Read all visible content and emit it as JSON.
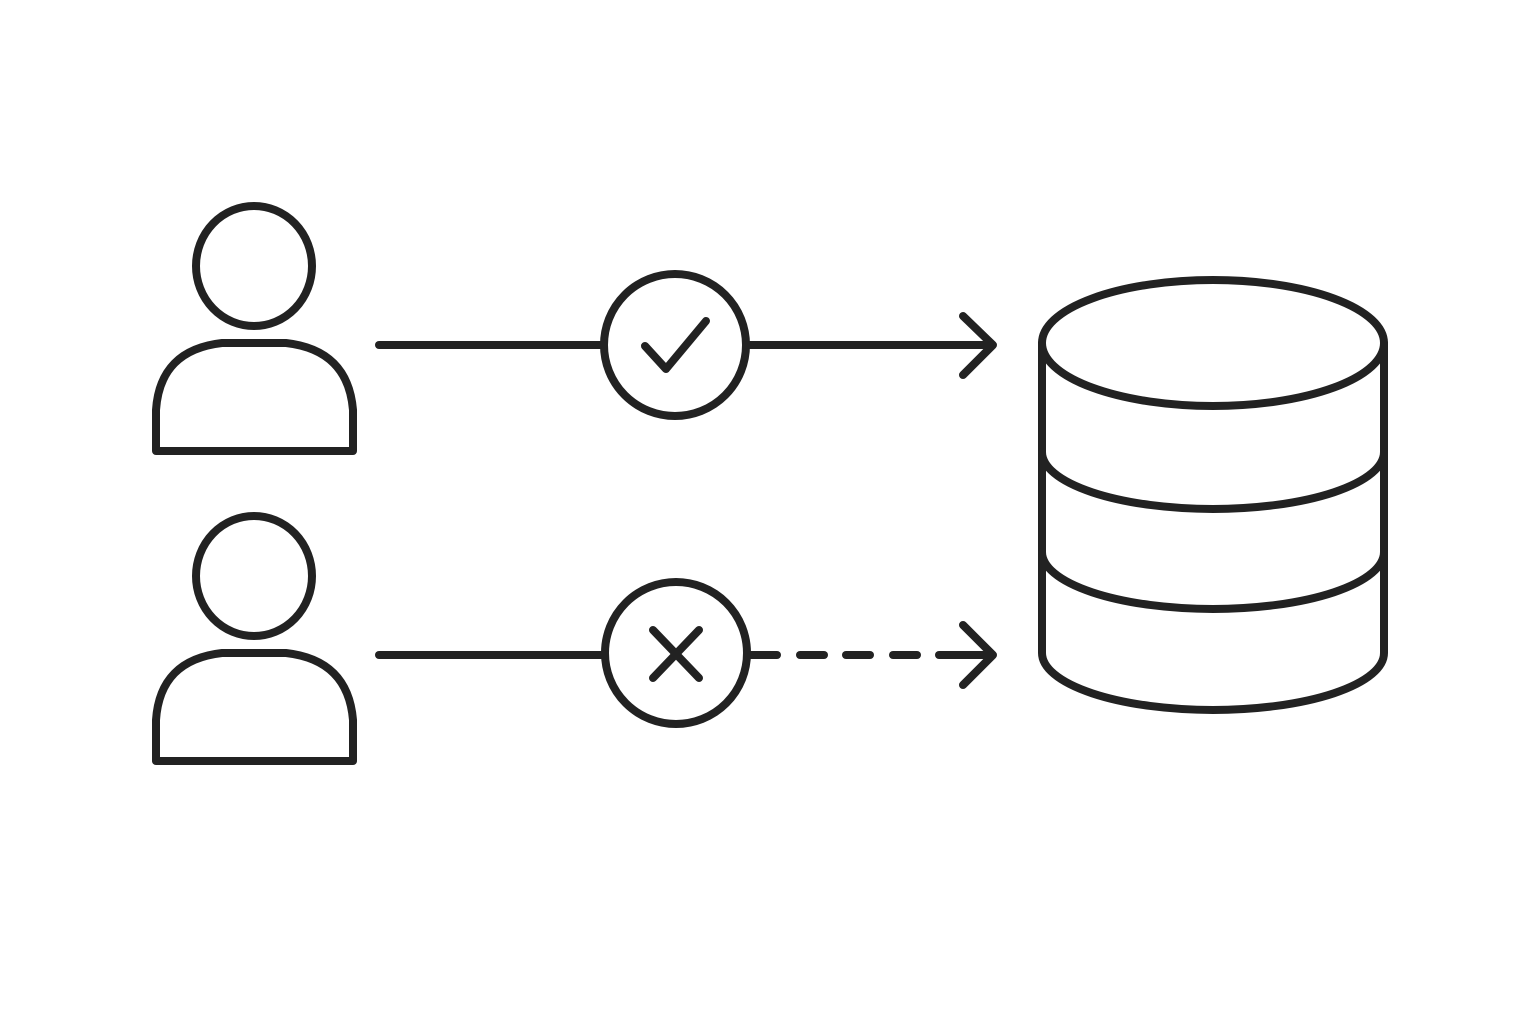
{
  "colors": {
    "background": "#ffffff",
    "stroke": "#222222"
  },
  "flows": [
    {
      "user_icon": "user-icon",
      "status_icon": "check-circle-icon",
      "status": "allowed",
      "outgoing_line": "solid",
      "target_icon": "database-icon"
    },
    {
      "user_icon": "user-icon",
      "status_icon": "x-circle-icon",
      "status": "denied",
      "outgoing_line": "dashed",
      "target_icon": "database-icon"
    }
  ],
  "target": {
    "icon": "database-icon",
    "tiers": 3
  }
}
